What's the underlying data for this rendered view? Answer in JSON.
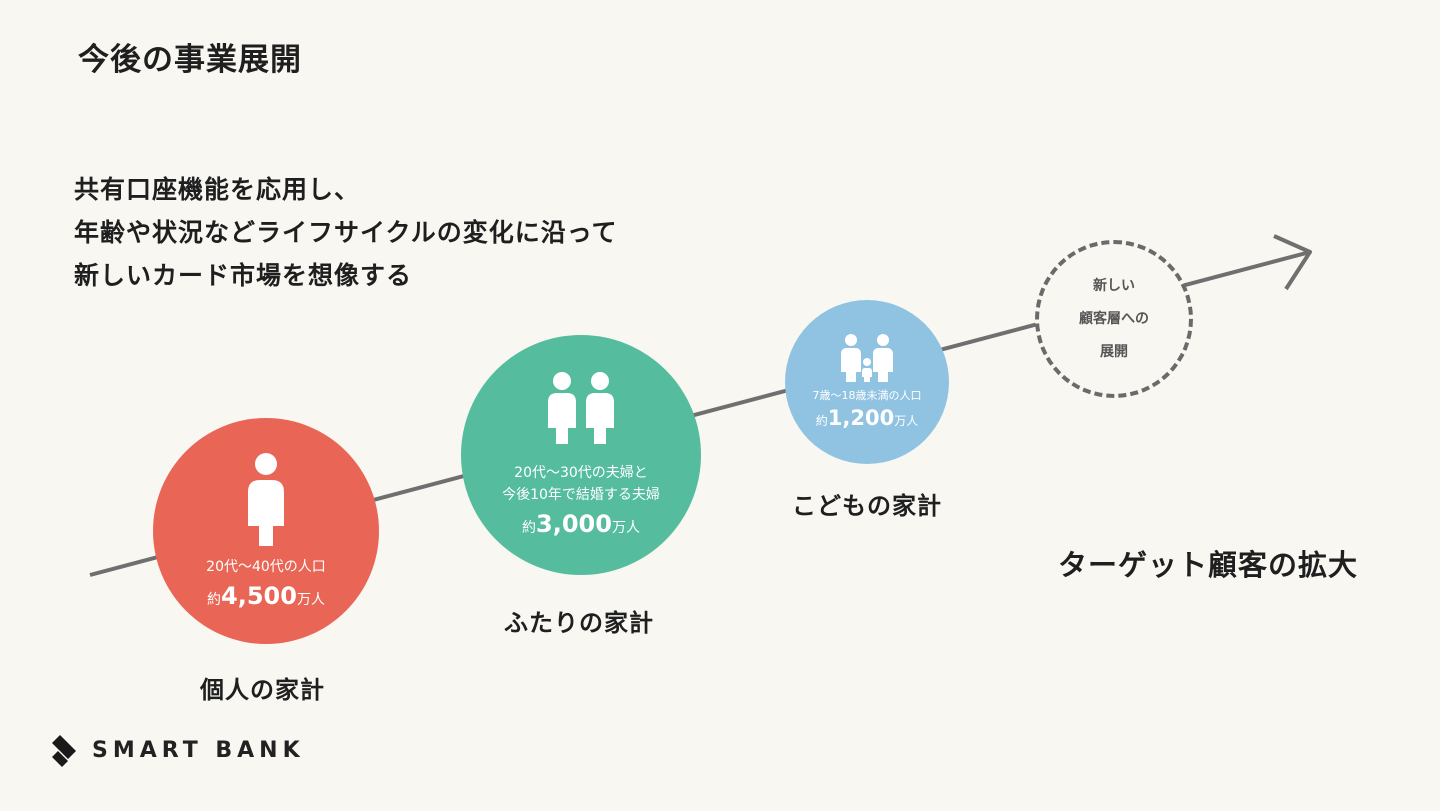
{
  "title": "今後の事業展開",
  "lead_lines": [
    "共有口座機能を応用し、",
    "年齢や状況などライフサイクルの変化に沿って",
    "新しいカード市場を想像する"
  ],
  "stages": [
    {
      "label": "個人の家計",
      "desc_lines": [
        "20代〜40代の人口"
      ],
      "stat_prefix": "約",
      "stat_value": "4,500",
      "stat_unit": "万人",
      "color": "#e96656",
      "icon": "single-person-icon"
    },
    {
      "label": "ふたりの家計",
      "desc_lines": [
        "20代〜30代の夫婦と",
        "今後10年で結婚する夫婦"
      ],
      "stat_prefix": "約",
      "stat_value": "3,000",
      "stat_unit": "万人",
      "color": "#55bd9e",
      "icon": "couple-icon"
    },
    {
      "label": "こどもの家計",
      "desc_lines": [
        "7歳〜18歳未満の人口"
      ],
      "stat_prefix": "約",
      "stat_value": "1,200",
      "stat_unit": "万人",
      "color": "#90c3e2",
      "icon": "family-icon"
    }
  ],
  "future": {
    "lines": [
      "新しい",
      "顧客層への",
      "展開"
    ]
  },
  "target_label": "ターゲット顧客の拡大",
  "brand": {
    "name": "SMART BANK",
    "icon": "smartbank-logo-icon"
  }
}
